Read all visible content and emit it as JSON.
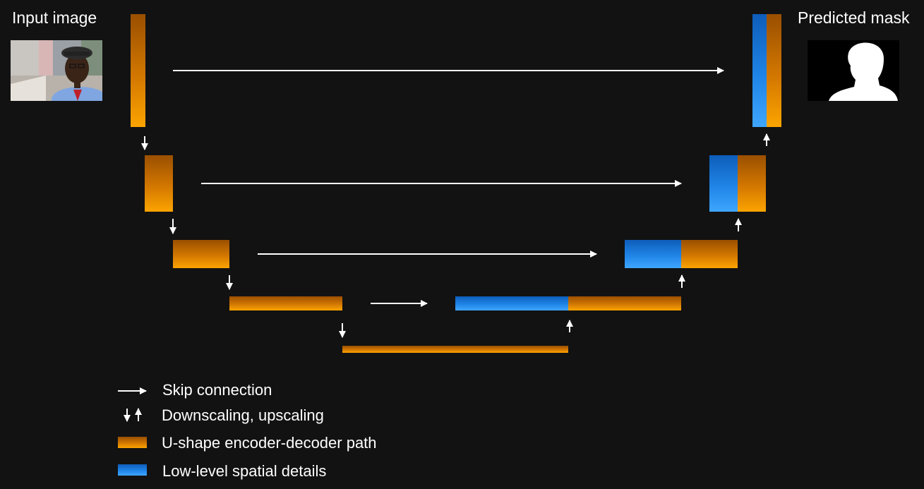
{
  "header": {
    "input_label": "Input image",
    "output_label": "Predicted mask"
  },
  "images": {
    "input": "photo-person-icon",
    "output": "mask-silhouette-icon"
  },
  "legend": {
    "skip_connection": "Skip connection",
    "scaling": "Downscaling, upscaling",
    "encoder_decoder": "U-shape encoder-decoder path",
    "spatial_details": "Low-level spatial details"
  },
  "colors": {
    "background": "#121212",
    "encoder_orange": "#e58a00",
    "spatial_blue": "#1f84e6",
    "arrow": "#ffffff"
  }
}
